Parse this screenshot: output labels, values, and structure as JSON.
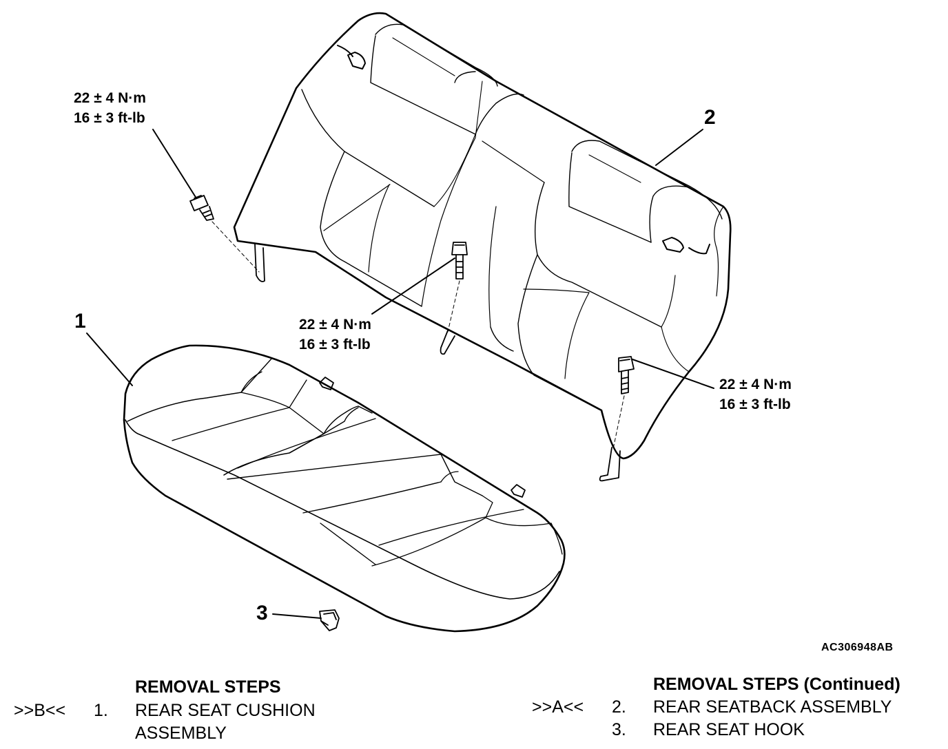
{
  "torque_labels": [
    {
      "line1": "22 ± 4 N·m",
      "line2": "16 ± 3 ft-lb"
    },
    {
      "line1": "22 ± 4 N·m",
      "line2": "16 ± 3 ft-lb"
    },
    {
      "line1": "22 ± 4 N·m",
      "line2": "16 ± 3 ft-lb"
    }
  ],
  "callouts": {
    "cushion": "1",
    "seatback": "2",
    "hook": "3"
  },
  "figure_id": "AC306948AB",
  "removal_left": {
    "title": "REMOVAL STEPS",
    "steps": [
      {
        "marker": ">>B<<",
        "num": "1.",
        "text_line1": "REAR SEAT CUSHION",
        "text_line2": "ASSEMBLY"
      }
    ]
  },
  "removal_right": {
    "title": "REMOVAL STEPS (Continued)",
    "steps": [
      {
        "marker": ">>A<<",
        "num": "2.",
        "text": "REAR SEATBACK ASSEMBLY"
      },
      {
        "marker": "",
        "num": "3.",
        "text": "REAR SEAT HOOK"
      }
    ]
  }
}
